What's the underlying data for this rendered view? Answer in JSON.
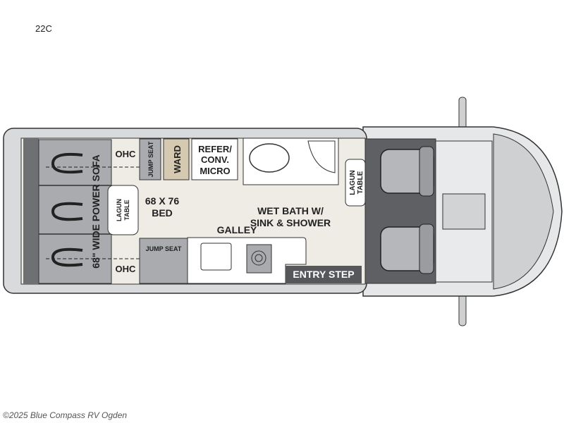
{
  "model": "22C",
  "credit": "©2025 Blue Compass RV Ogden",
  "labels": {
    "ohc_top": "OHC",
    "ohc_bottom": "OHC",
    "jump_seat_top": "JUMP SEAT",
    "jump_seat_bottom": "JUMP SEAT",
    "ward": "WARD",
    "refer_1": "REFER/",
    "refer_2": "CONV.",
    "refer_3": "MICRO",
    "sofa": "68\" WIDE POWER SOFA",
    "lagun_rear_1": "LAGUN",
    "lagun_rear_2": "TABLE",
    "bed_1": "68 X 76",
    "bed_2": "BED",
    "bath_1": "WET BATH W/",
    "bath_2": "SINK & SHOWER",
    "galley": "GALLEY",
    "entry_step": "ENTRY STEP",
    "lagun_front_1": "LAGUN",
    "lagun_front_2": "TABLE"
  },
  "colors": {
    "floor": "#efece6",
    "furniture": "#a9abae",
    "dark": "#55575a",
    "ward": "#d6c9b1",
    "body": "#d9dadb"
  }
}
